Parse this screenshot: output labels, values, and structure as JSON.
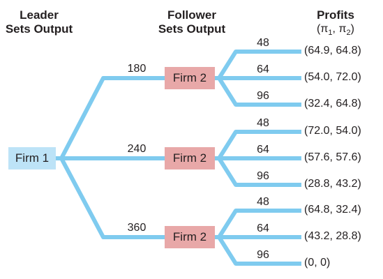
{
  "headers": {
    "leader_line1": "Leader",
    "leader_line2": "Sets Output",
    "follower_line1": "Follower",
    "follower_line2": "Sets Output",
    "profits_title": "Profits",
    "profits_sub": "(π1, π2)"
  },
  "colors": {
    "branch": "#7fcbef",
    "firm1_box": "#bde3f7",
    "firm2_box": "#e8a8a8",
    "text": "#231f20"
  },
  "leader": {
    "label": "Firm 1"
  },
  "followers": [
    {
      "label": "Firm 2",
      "leader_output": "180",
      "outcomes": [
        {
          "output": "48",
          "profits": "(64.9, 64.8)"
        },
        {
          "output": "64",
          "profits": "(54.0, 72.0)"
        },
        {
          "output": "96",
          "profits": "(32.4, 64.8)"
        }
      ]
    },
    {
      "label": "Firm 2",
      "leader_output": "240",
      "outcomes": [
        {
          "output": "48",
          "profits": "(72.0, 54.0)"
        },
        {
          "output": "64",
          "profits": "(57.6, 57.6)"
        },
        {
          "output": "96",
          "profits": "(28.8, 43.2)"
        }
      ]
    },
    {
      "label": "Firm 2",
      "leader_output": "360",
      "outcomes": [
        {
          "output": "48",
          "profits": "(64.8, 32.4)"
        },
        {
          "output": "64",
          "profits": "(43.2, 28.8)"
        },
        {
          "output": "96",
          "profits": "(0, 0)"
        }
      ]
    }
  ]
}
